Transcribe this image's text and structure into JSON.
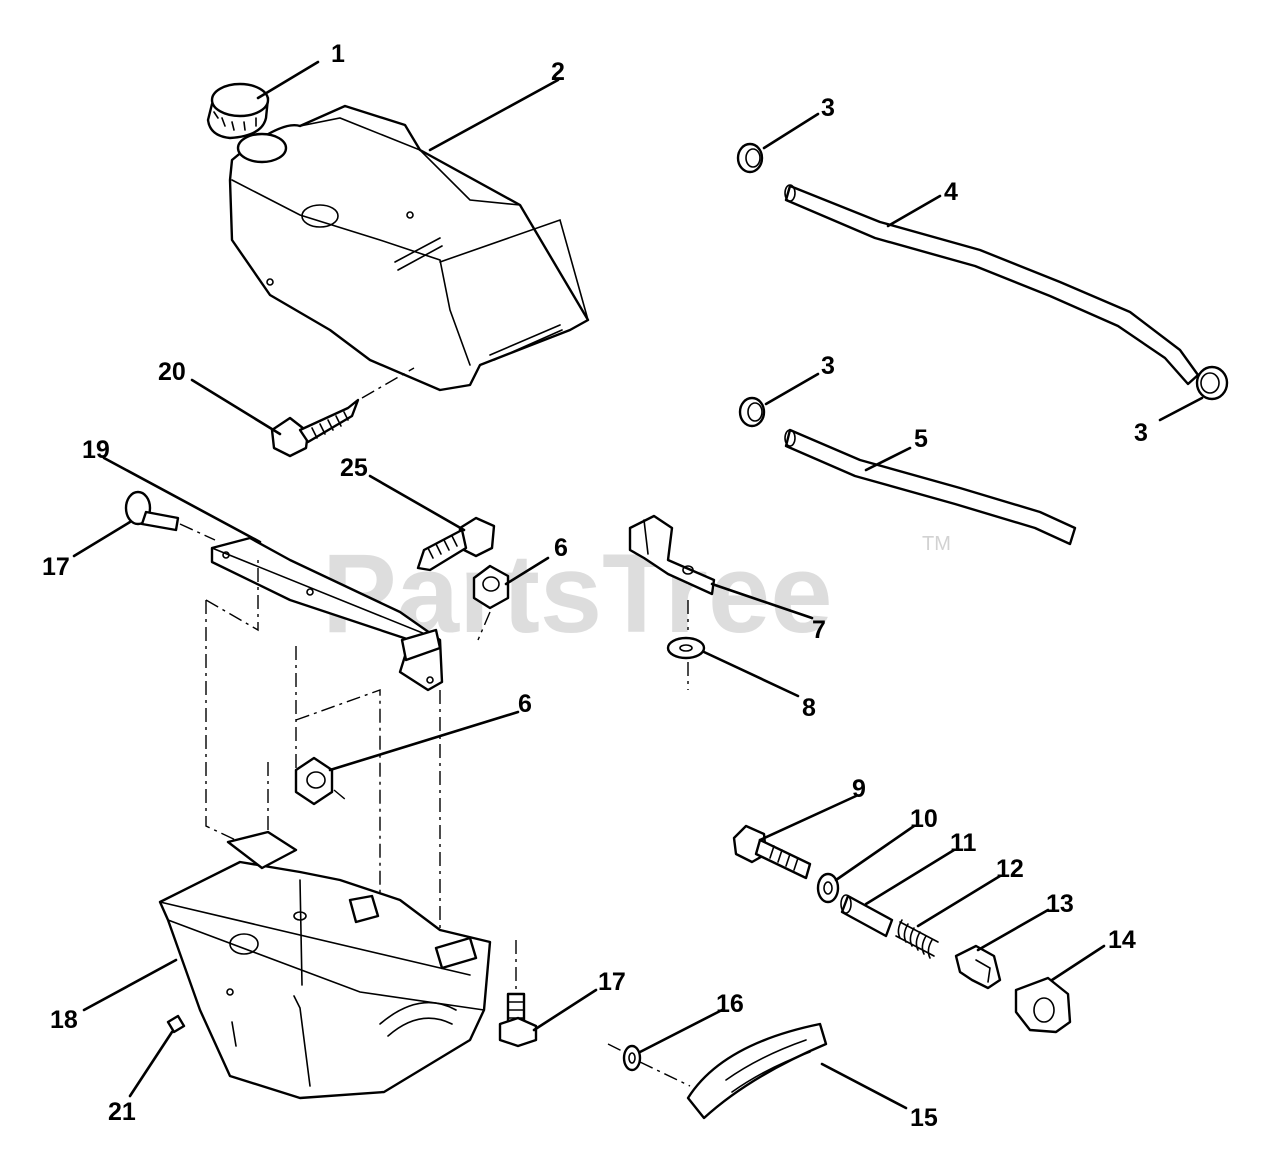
{
  "watermark": {
    "text": "PartsTree",
    "trademark": "TM"
  },
  "callouts": [
    "1",
    "2",
    "3",
    "3",
    "3",
    "4",
    "5",
    "6",
    "6",
    "7",
    "8",
    "9",
    "10",
    "11",
    "12",
    "13",
    "14",
    "15",
    "16",
    "17",
    "17",
    "18",
    "19",
    "20",
    "21",
    "25"
  ]
}
